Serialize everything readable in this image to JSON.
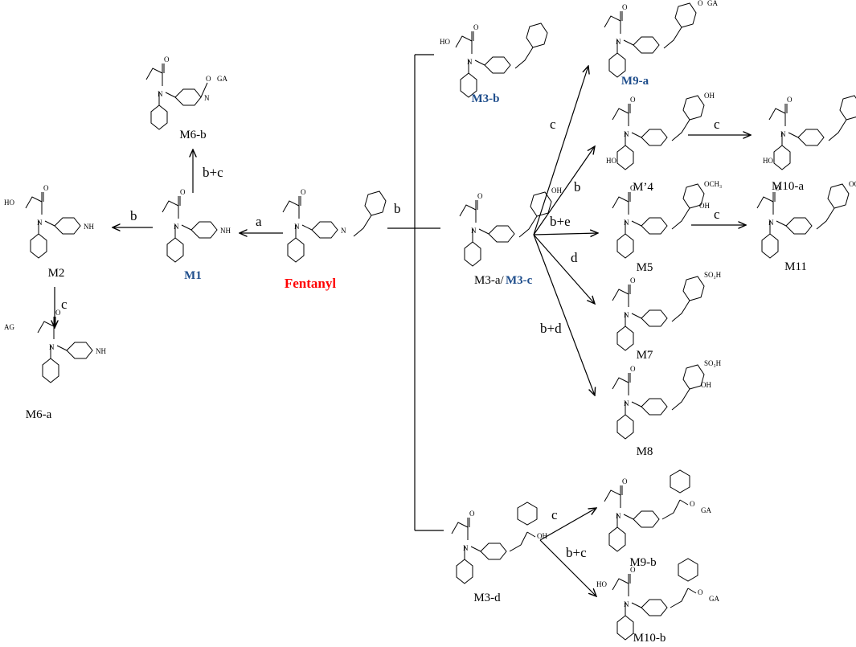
{
  "colors": {
    "blue_label": "#1f4e8c",
    "red_label": "#ff0000"
  },
  "compounds": {
    "fentanyl": "Fentanyl",
    "m1": "M1",
    "m2": "M2",
    "m6a": "M6-a",
    "m6b": "M6-b",
    "m3b": "M3-b",
    "m3ac_part1": "M3-a/",
    "m3ac_part2": "M3-c",
    "m3d": "M3-d",
    "m9a": "M9-a",
    "m4": "M’4",
    "m10a": "M10-a",
    "m5": "M5",
    "m11": "M11",
    "m7": "M7",
    "m8": "M8",
    "m9b": "M9-b",
    "m10b": "M10-b"
  },
  "conditions": {
    "a": "a",
    "b": "b",
    "c": "c",
    "d": "d",
    "b_plus_c": "b+c",
    "b_plus_e": "b+e",
    "b_plus_d": "b+d"
  },
  "atoms": {
    "n": "N",
    "nh": "NH",
    "o": "O",
    "oh": "OH",
    "ho": "HO",
    "o_ga": "O",
    "ga": "GA",
    "ag_o": "AG",
    "och3": "OCH₃",
    "so3h": "SO₃H"
  }
}
